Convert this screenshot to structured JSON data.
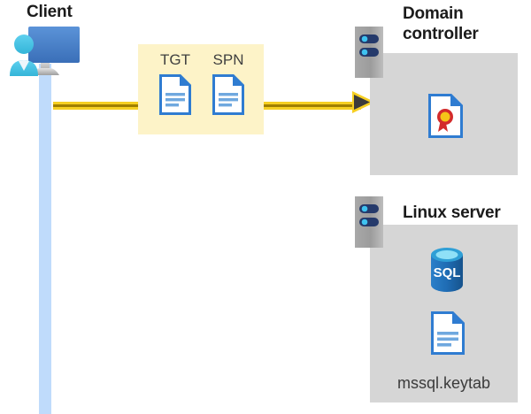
{
  "diagram": {
    "title_client": "Client",
    "nodes": {
      "client": {
        "label": "Client",
        "icon": "client-user-monitor-icon"
      },
      "domain_controller": {
        "label": "Domain\ncontroller",
        "server_icon": "server-rack-icon",
        "contents": [
          {
            "icon": "certificate-document-icon",
            "label": ""
          }
        ]
      },
      "linux_server": {
        "label": "Linux server",
        "server_icon": "server-rack-icon",
        "contents": [
          {
            "icon": "sql-database-icon",
            "label": "SQL"
          },
          {
            "icon": "keytab-document-icon",
            "label": "mssql.keytab"
          }
        ]
      }
    },
    "message_box": {
      "items": [
        {
          "label": "TGT",
          "icon": "document-icon"
        },
        {
          "label": "SPN",
          "icon": "document-icon"
        }
      ],
      "background_color": "#fdf3c8"
    },
    "arrow": {
      "name": "request-arrow",
      "direction": "right",
      "color": "#f2c200",
      "head_color": "#3b3b3b"
    },
    "colors": {
      "panel_gray": "#d6d6d6",
      "lifeline_blue": "#bfdbfb",
      "server_gray": "#9c9c9c",
      "doc_blue": "#2f7cd1",
      "sql_blue": "#1f6cb4",
      "title_black": "#1b1b1b",
      "label_gray": "#3b3b3b",
      "highlight_yellow": "#fdf3c8"
    },
    "sql_text": "SQL",
    "keytab_filename": "mssql.keytab"
  }
}
